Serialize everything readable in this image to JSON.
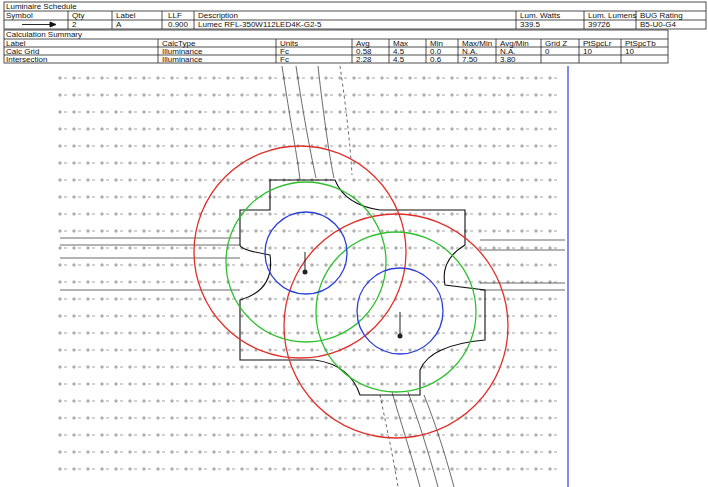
{
  "diagram": {
    "labels": [
      "Luminaire Schedule",
      "Symbol",
      "Qty",
      "Label",
      "LLF",
      "Description",
      "Lum. Watts",
      "Lum. Lumens",
      "BUG Rating",
      "2",
      "A",
      "0.900",
      "Lumec RFL-350W112LED4K-G2-5",
      "339.5",
      "39726",
      "B5-U0-G4",
      "Calculation Summary",
      "Label",
      "CalcType",
      "Units",
      "Avg",
      "Max",
      "Min",
      "Max/Min",
      "Avg/Min",
      "Grid Z",
      "PtSpcLr",
      "PtSpcTb",
      "Calc Grid",
      "Illuminance",
      "Fc",
      "0.58",
      "4.5",
      "0.0",
      "N.A.",
      "N.A.",
      "0",
      "10",
      "10",
      "Intersection",
      "Illuminance",
      "Fc",
      "2.28",
      "4.5",
      "0.6",
      "7.50",
      "3.80"
    ]
  }
}
